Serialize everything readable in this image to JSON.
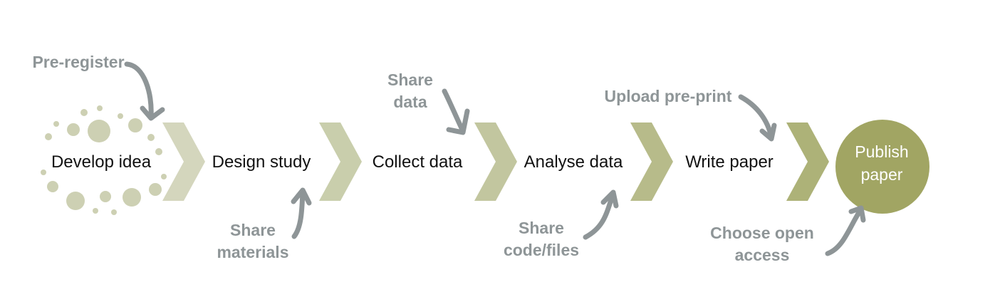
{
  "stages": [
    {
      "label": "Develop idea"
    },
    {
      "label": "Design study"
    },
    {
      "label": "Collect data"
    },
    {
      "label": "Analyse data"
    },
    {
      "label": "Write paper"
    }
  ],
  "final_stage": {
    "line1": "Publish",
    "line2": "paper"
  },
  "annotations": {
    "pre_register": {
      "line1": "Pre-register"
    },
    "share_materials": {
      "line1": "Share",
      "line2": "materials"
    },
    "share_data": {
      "line1": "Share",
      "line2": "data"
    },
    "share_code_files": {
      "line1": "Share",
      "line2": "code/files"
    },
    "upload_preprint": {
      "line1": "Upload pre-print"
    },
    "choose_open_access": {
      "line1": "Choose open",
      "line2": "access"
    }
  },
  "colors": {
    "chevrons": [
      "#d4d6bd",
      "#c9ceac",
      "#c2c69f",
      "#b7bb8a",
      "#adb278",
      "#a2a766"
    ],
    "dots": "#cdd0b3",
    "final_circle": "#a1a563",
    "annotation": "#8e9597",
    "stage_text": "#111111"
  }
}
